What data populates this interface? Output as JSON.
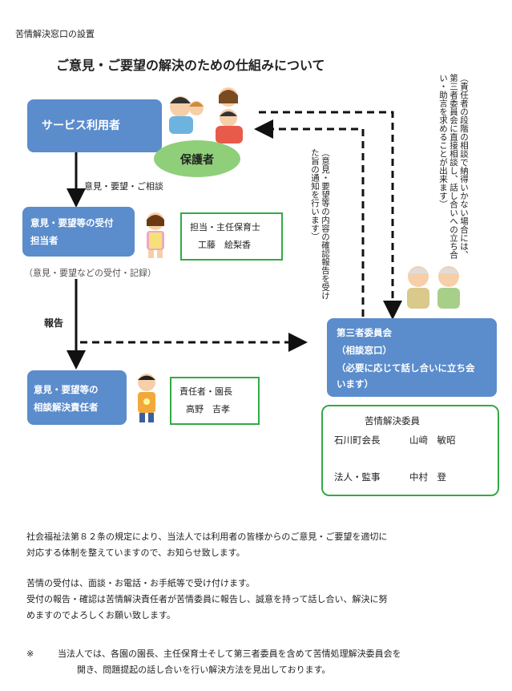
{
  "header": {
    "label": "苦情解決窓口の設置"
  },
  "title": "ご意見・ご要望の解決のための仕組みについて",
  "service_user": {
    "label": "サービス利用者"
  },
  "guardian": {
    "label": "保護者"
  },
  "arrow1_label": "意見・要望・ご相談",
  "reception": {
    "title_line1": "意見・要望等の受付",
    "title_line2": "担当者",
    "note": "（意見・要望などの受付・記録）"
  },
  "reception_staff": {
    "role": "担当・主任保育士",
    "name": "工藤　絵梨香"
  },
  "report_label": "報告",
  "resolver": {
    "title_line1": "意見・要望等の",
    "title_line2": "相談解決責任者"
  },
  "resolver_staff": {
    "role": "責任者・園長",
    "name": "高野　吉孝"
  },
  "third_party": {
    "line1": "第三者委員会",
    "line2": "（相談窓口）",
    "line3": "（必要に応じて話し合いに立ち会",
    "line4": "います）"
  },
  "committee": {
    "heading": "苦情解決委員",
    "row1_role": "石川町会長",
    "row1_name": "山﨑　敏昭",
    "row2_role": "法人・監事",
    "row2_name": "中村　登"
  },
  "vertical_note1": "（意見・要望等の内容の確認報告を受けた旨の通知を行います）",
  "vertical_note2": "（責任者の段階の相談で納得いかない場合には、第三者委員会に直接相談し、話し合いへの立ち合い・助言を求めることが出来ます）",
  "paragraphs": {
    "p1_line1": "社会福祉法第８２条の規定により、当法人では利用者の皆様からのご意見・ご要望を適切に",
    "p1_line2": "対応する体制を整えていますので、お知らせ致します。",
    "p2_line1": "苦情の受付は、面談・お電話・お手紙等で受け付けます。",
    "p2_line2": "受付の報告・確認は苦情解決責任者が苦情委員に報告し、誠意を持って話し合い、解決に努",
    "p2_line3": "めますのでよろしくお願い致します。",
    "note_mark": "※",
    "note_line1": "当法人では、各園の園長、主任保育士そして第三者委員を含めて苦情処理解決委員会を",
    "note_line2": "開き、問題提起の話し合いを行い解決方法を見出しております。"
  },
  "colors": {
    "blue": "#5b8ccc",
    "green_border": "#33aa44",
    "green_oval": "#8fcf7a"
  }
}
